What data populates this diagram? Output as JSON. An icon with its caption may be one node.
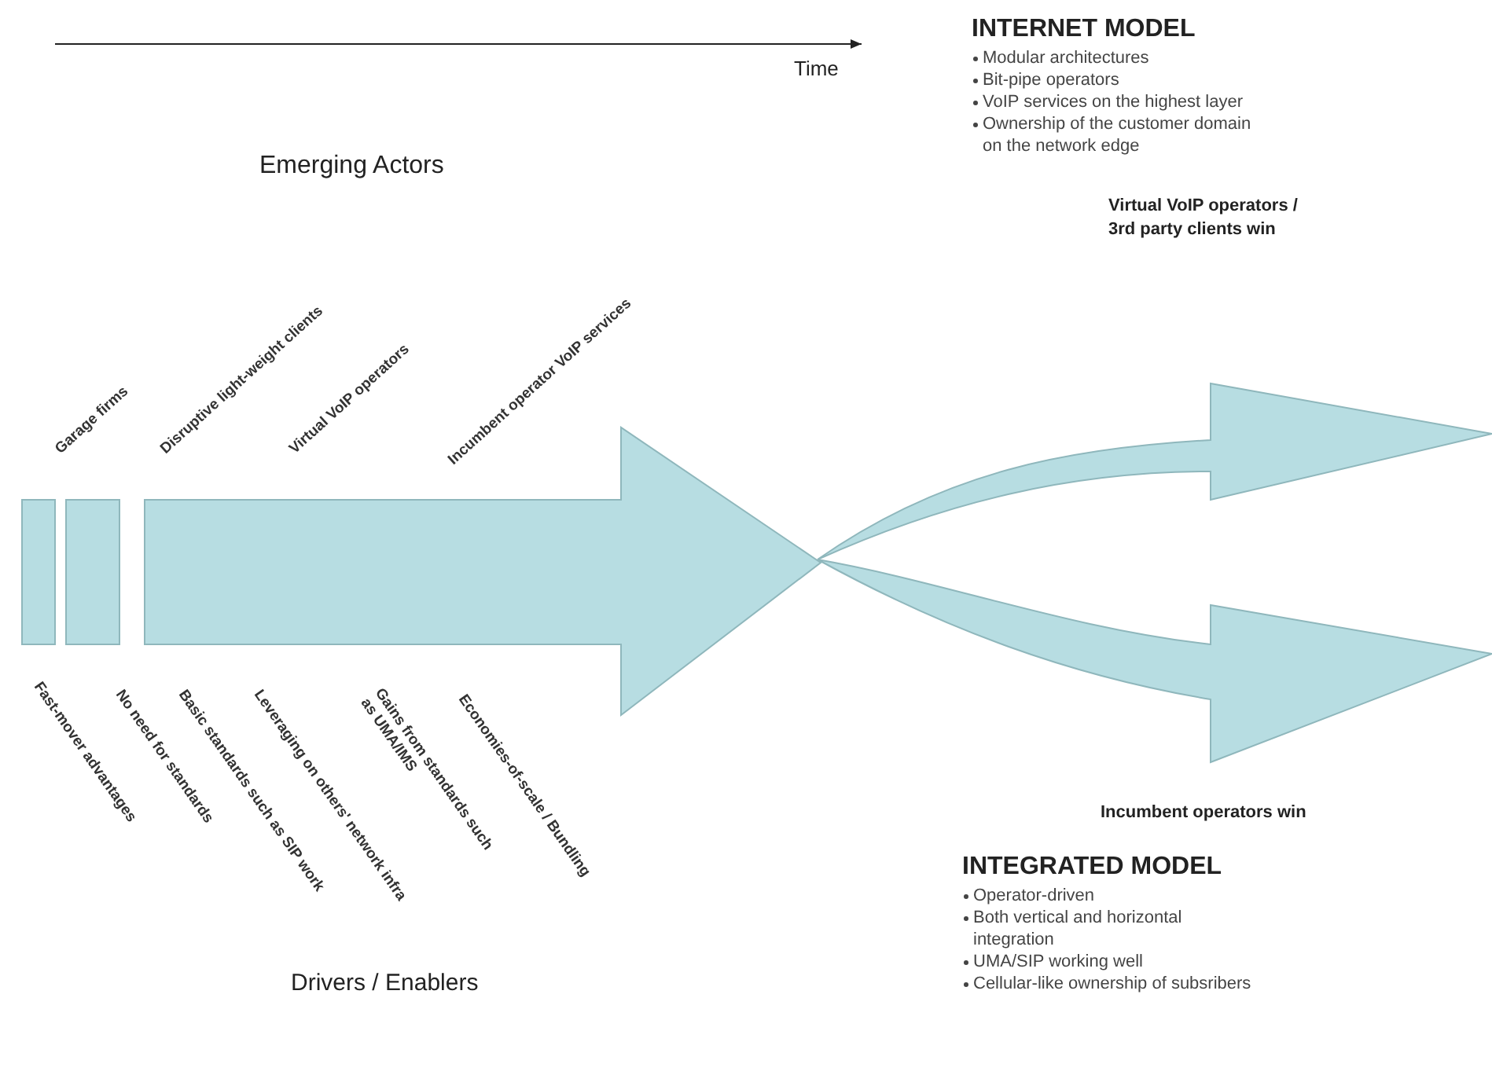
{
  "diagram": {
    "labels": [
      "Time",
      "INTERNET MODEL",
      "Modular architectures",
      "Bit-pipe operators",
      "VoIP services on the highest layer",
      "Ownership of the customer domain on the network edge",
      "Emerging Actors",
      "Virtual VoIP operators / 3rd party clients win",
      "Garage firms",
      "Disruptive light-weight clients",
      "Virtual VoIP operators",
      "Incumbent operator VoIP services",
      "Fast-mover advantages",
      "No need for standards",
      "Basic standards such as SIP work",
      "Leveraging on others' network infra",
      "Gains from standards such as UMA/IMS",
      "Economies-of-scale / Bundling",
      "Drivers / Enablers",
      "Incumbent operators win",
      "INTEGRATED MODEL",
      "Operator-driven",
      "Both vertical and horizontal integration",
      "UMA/SIP working well",
      "Cellular-like ownership of subsribers"
    ]
  }
}
